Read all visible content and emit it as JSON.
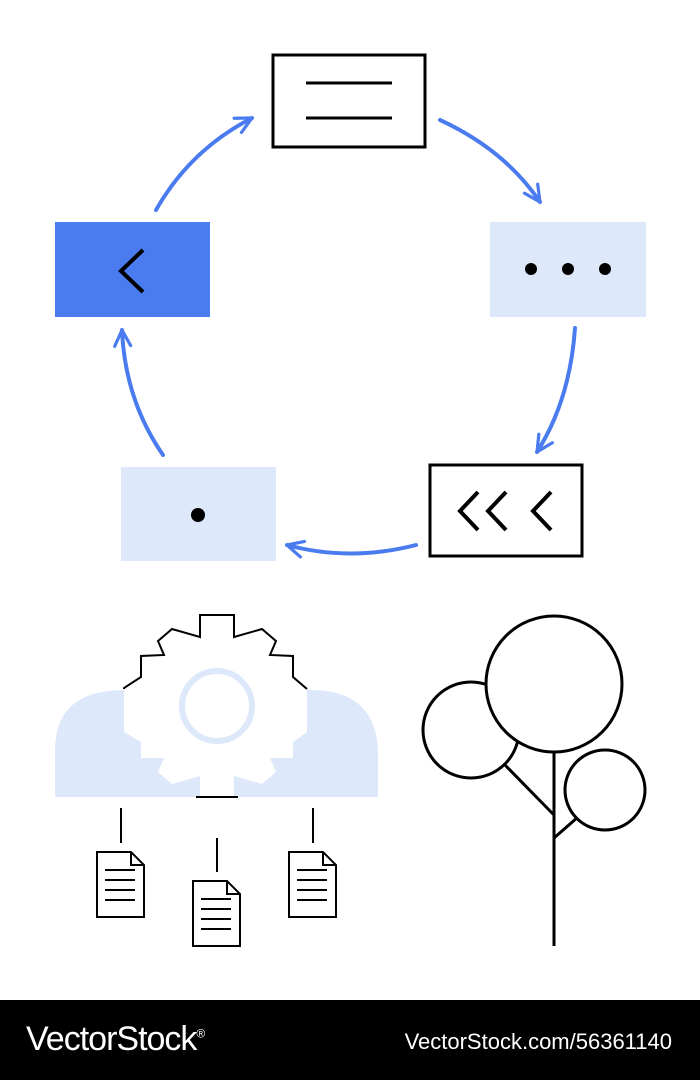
{
  "colors": {
    "accent": "#4a7cf0",
    "light_fill": "#dde8fa",
    "stroke": "#000000",
    "background": "#ffffff",
    "footer_bg": "#000000"
  },
  "cycle_nodes": [
    {
      "id": "top",
      "icon": "text-lines-icon",
      "style": "outlined"
    },
    {
      "id": "right",
      "icon": "ellipsis-icon",
      "style": "light"
    },
    {
      "id": "bottom-right",
      "icon": "triple-chevron-left-icon",
      "style": "outlined"
    },
    {
      "id": "bottom-left",
      "icon": "dot-icon",
      "style": "light"
    },
    {
      "id": "left",
      "icon": "chevron-left-icon",
      "style": "accent"
    }
  ],
  "illustrations": {
    "cloud": "cloud-gear-icon",
    "documents": [
      "document-icon",
      "document-icon",
      "document-icon"
    ],
    "tree": "tree-icon"
  },
  "footer": {
    "brand": "VectorStock",
    "registered": "®",
    "url": "VectorStock.com/56361140"
  }
}
